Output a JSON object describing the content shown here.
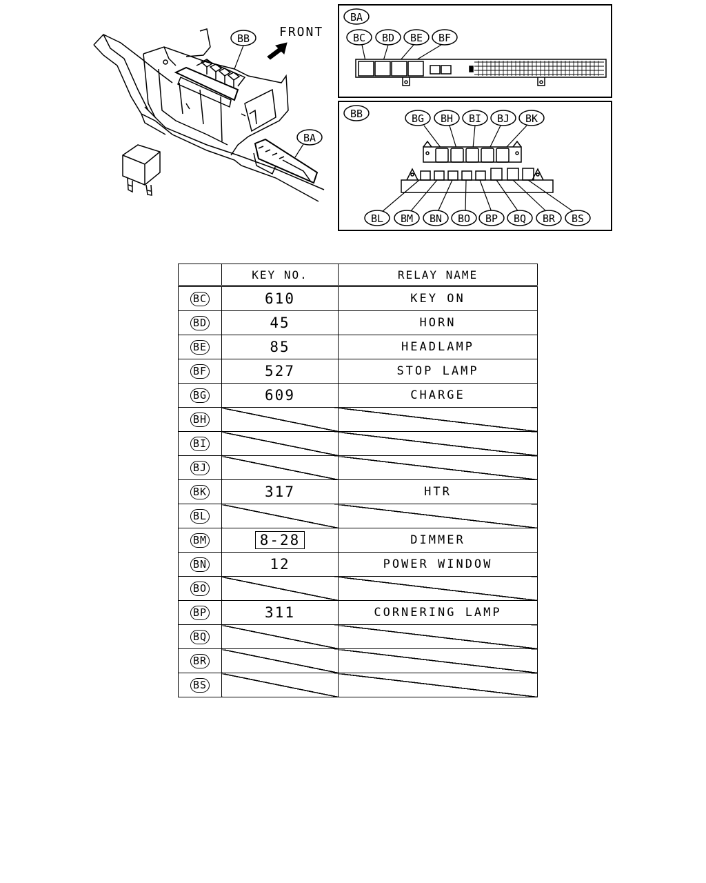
{
  "figure": {
    "front_label": "FRONT",
    "overview_callouts": [
      "BB",
      "BA"
    ],
    "panel_ba": {
      "tag": "BA",
      "relays": [
        "BC",
        "BD",
        "BE",
        "BF"
      ]
    },
    "panel_bb": {
      "tag": "BB",
      "top_relays": [
        "BG",
        "BH",
        "BI",
        "BJ",
        "BK"
      ],
      "bottom_relays": [
        "BL",
        "BM",
        "BN",
        "BO",
        "BP",
        "BQ",
        "BR",
        "BS"
      ]
    }
  },
  "table": {
    "headers": {
      "code": "",
      "key_no": "KEY NO.",
      "relay_name": "RELAY NAME"
    },
    "rows": [
      {
        "code": "BC",
        "key_no": "610",
        "relay_name": "KEY ON"
      },
      {
        "code": "BD",
        "key_no": "45",
        "relay_name": "HORN"
      },
      {
        "code": "BE",
        "key_no": "85",
        "relay_name": "HEADLAMP"
      },
      {
        "code": "BF",
        "key_no": "527",
        "relay_name": "STOP LAMP"
      },
      {
        "code": "BG",
        "key_no": "609",
        "relay_name": "CHARGE"
      },
      {
        "code": "BH",
        "key_no": null,
        "relay_name": null
      },
      {
        "code": "BI",
        "key_no": null,
        "relay_name": null
      },
      {
        "code": "BJ",
        "key_no": null,
        "relay_name": null
      },
      {
        "code": "BK",
        "key_no": "317",
        "relay_name": "HTR"
      },
      {
        "code": "BL",
        "key_no": null,
        "relay_name": null
      },
      {
        "code": "BM",
        "key_no": "8-28",
        "key_boxed": true,
        "relay_name": "DIMMER"
      },
      {
        "code": "BN",
        "key_no": "12",
        "relay_name": "POWER WINDOW"
      },
      {
        "code": "BO",
        "key_no": null,
        "relay_name": null
      },
      {
        "code": "BP",
        "key_no": "311",
        "relay_name": "CORNERING LAMP"
      },
      {
        "code": "BQ",
        "key_no": null,
        "relay_name": null
      },
      {
        "code": "BR",
        "key_no": null,
        "relay_name": null
      },
      {
        "code": "BS",
        "key_no": null,
        "relay_name": null
      }
    ]
  }
}
